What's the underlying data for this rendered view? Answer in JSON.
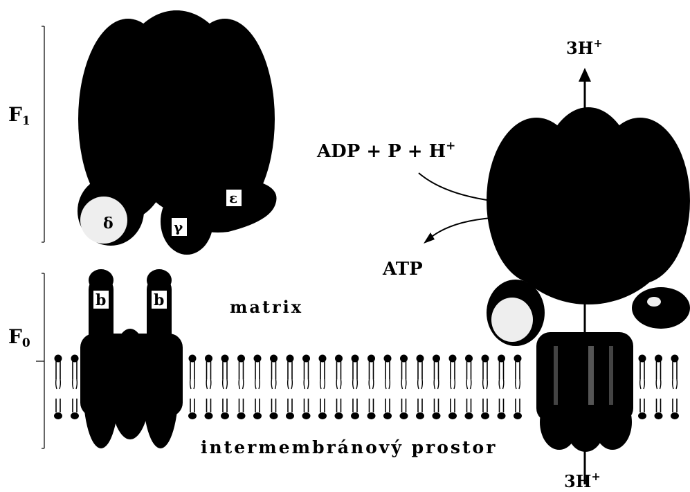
{
  "labels": {
    "f1": "F",
    "f1_sub": "1",
    "f0": "F",
    "f0_sub": "0",
    "delta": "δ",
    "gamma": "γ",
    "epsilon": "ε",
    "b_left": "b",
    "b_right": "b",
    "matrix": "matrix",
    "intermembrane": "intermembránový prostor",
    "adp": "ADP + P + H",
    "adp_sup": "+",
    "atp": "ATP",
    "proton_top": "3H",
    "proton_top_sup": "+",
    "proton_bottom": "3H",
    "proton_bottom_sup": "+"
  },
  "colors": {
    "protein": "#000000",
    "background": "#ffffff",
    "subunit_light": "#eeeeee"
  }
}
